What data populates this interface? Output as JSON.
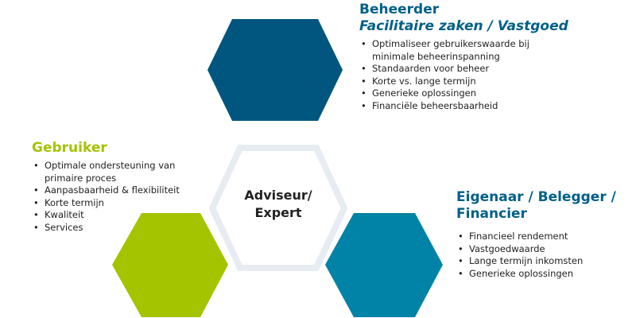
{
  "colors": {
    "beheerder": "#00567f",
    "gebruiker": "#a4c400",
    "eigenaar": "#0083a6",
    "adviseur_outline": "#e6ecf2"
  },
  "center": {
    "line1": "Adviseur/",
    "line2": "Expert"
  },
  "beheerder": {
    "title": "Beheerder",
    "subtitle": "Facilitaire zaken / Vastgoed",
    "items": [
      "Optimaliseer gebruikerswaarde bij minimale beheerinspanning",
      "Standaarden voor beheer",
      "Korte vs. lange termijn",
      "Generieke oplossingen",
      "Financiële beheersbaarheid"
    ]
  },
  "gebruiker": {
    "title": "Gebruiker",
    "items": [
      "Optimale ondersteuning van primaire proces",
      "Aanpasbaarheid & flexibiliteit",
      "Korte termijn",
      "Kwaliteit",
      "Services"
    ]
  },
  "eigenaar": {
    "title_line1": "Eigenaar / Belegger /",
    "title_line2": "Financier",
    "items": [
      "Financieel rendement",
      "Vastgoedwaarde",
      "Lange termijn inkomsten",
      "Generieke oplossingen"
    ]
  }
}
